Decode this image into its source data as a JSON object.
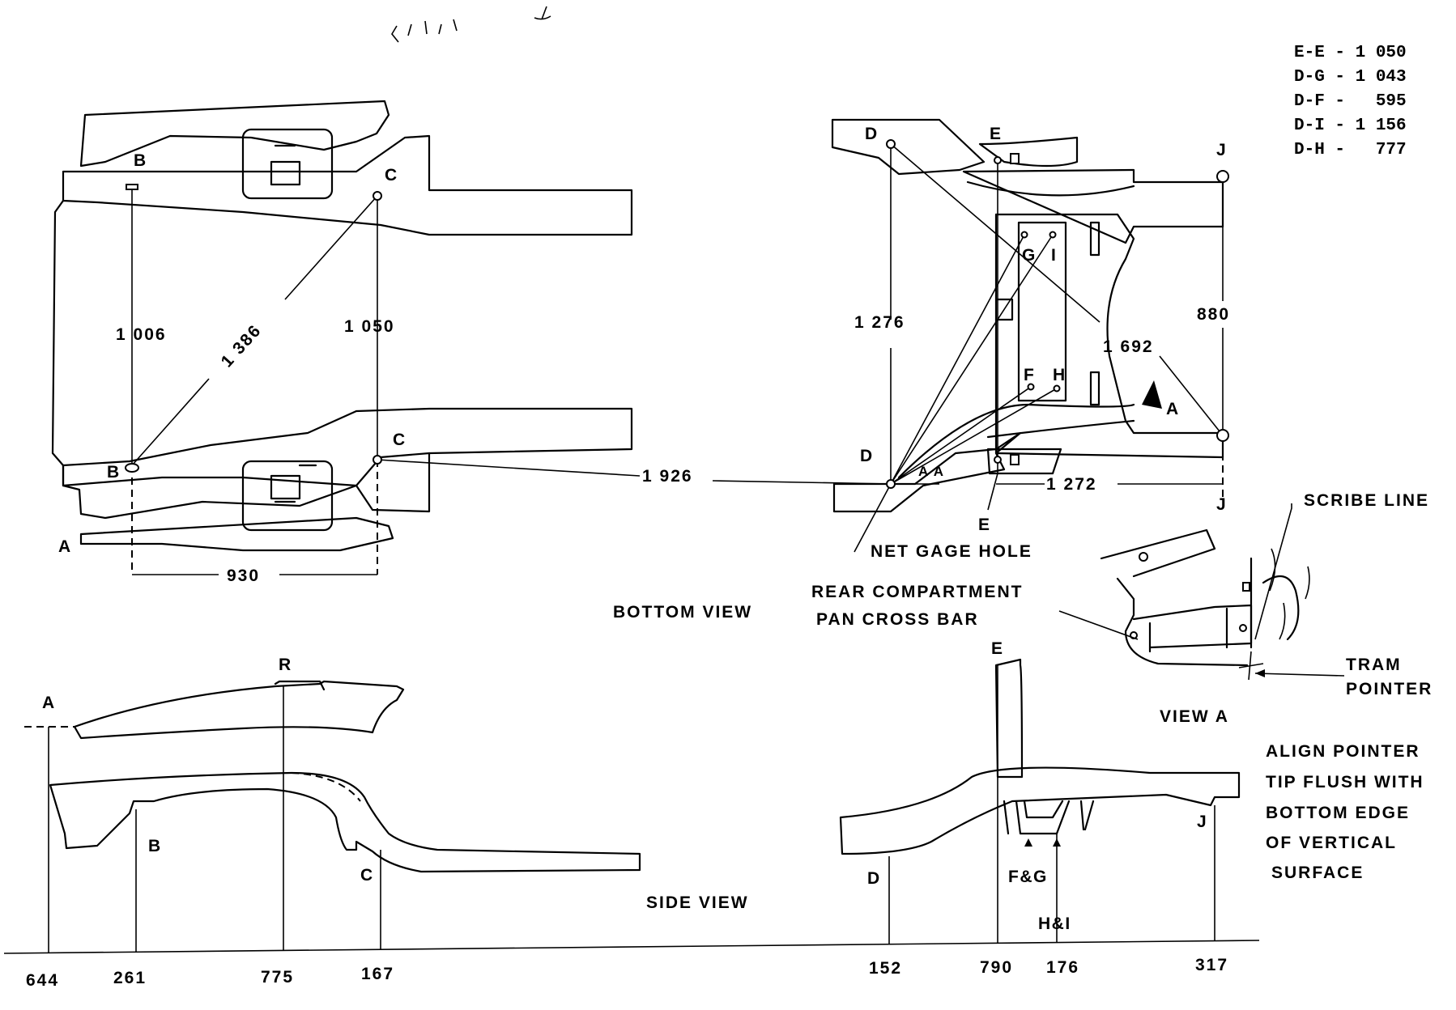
{
  "legend": [
    "E-E - 1 050",
    "D-G - 1 043",
    "D-F -   595",
    "D-I - 1 156",
    "D-H -   777"
  ],
  "bottom_view": {
    "title": "BOTTOM VIEW",
    "points": {
      "A": "A",
      "B_top": "B",
      "B_bot": "B",
      "C_top": "C",
      "C_bot": "C"
    },
    "dims": {
      "bb": "1 006",
      "bc": "1 386",
      "cc": "1 050",
      "b_to_c": "930",
      "b_to_d": "1 926"
    }
  },
  "rear_view": {
    "points": {
      "D_top": "D",
      "D_bot": "D",
      "E_top": "E",
      "E_bot": "E",
      "J_top": "J",
      "J_bot": "J",
      "F": "F",
      "G": "G",
      "H": "H",
      "I": "I",
      "A": "A"
    },
    "dims": {
      "dd": "1 276",
      "jj": "880",
      "dj": "1 692",
      "dj_bottom": "1 272"
    },
    "callouts": {
      "net_gage": "NET GAGE HOLE",
      "cross_bar_1": "REAR COMPARTMENT",
      "cross_bar_2": "PAN CROSS BAR",
      "tiny": "A A"
    }
  },
  "view_a": {
    "title": "VIEW A",
    "scribe": "SCRIBE LINE",
    "tram_1": "TRAM",
    "tram_2": "POINTER",
    "note": [
      "ALIGN POINTER",
      "TIP FLUSH WITH",
      "BOTTOM EDGE",
      "OF VERTICAL",
      "SURFACE"
    ]
  },
  "side_view": {
    "title": "SIDE VIEW",
    "points": {
      "A": "A",
      "R": "R",
      "B": "B",
      "C": "C",
      "D": "D",
      "E": "E",
      "J": "J",
      "FG": "F&G",
      "HI": "H&I"
    },
    "heights": [
      "644",
      "261",
      "775",
      "167",
      "152",
      "790",
      "176",
      "317"
    ]
  }
}
